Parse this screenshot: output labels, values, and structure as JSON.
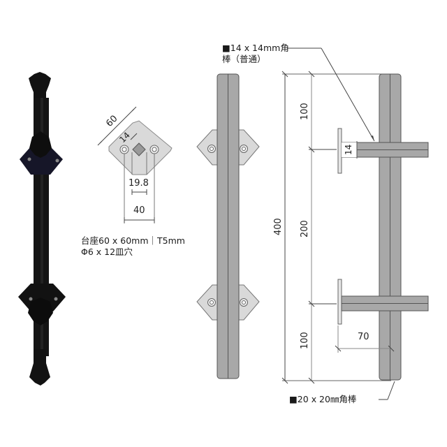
{
  "colors": {
    "bar_fill": "#a8a8a8",
    "bar_stroke": "#555555",
    "plate_fill": "#d9d9d9",
    "plate_stroke": "#777777",
    "handle_black": "#111111",
    "dim_line": "#444444"
  },
  "photo": {
    "label": "black-iron-handle-photo"
  },
  "base_plate": {
    "dim_side": "60",
    "dim_square": "14",
    "dim_inner": "19.8",
    "dim_hole_pitch": "40"
  },
  "spec_note": {
    "line1": "台座60 x 60mm｜T5mm",
    "line2": "Φ6 x 12皿穴"
  },
  "side_view": {
    "callout_top_line1": "■14 x 14mm角",
    "callout_top_line2": "棒（普通）",
    "callout_bottom": "■20 x 20㎜角棒",
    "dim_total": "400",
    "dim_top": "100",
    "dim_middle": "200",
    "dim_bottom": "100",
    "dim_bar": "14",
    "dim_projection": "70"
  }
}
